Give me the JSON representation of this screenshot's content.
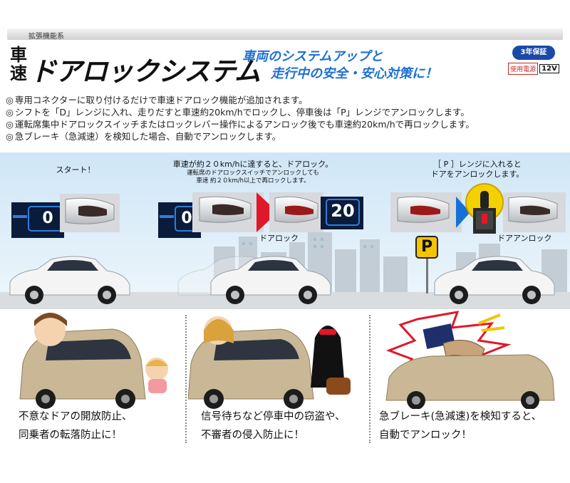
{
  "header": {
    "category": "拡張機能系",
    "title_stack": [
      "車",
      "速"
    ],
    "title_main": "ドアロックシステム",
    "slogan_line1": "車両のシステムアップと",
    "slogan_line2": "走行中の安全・安心対策に！",
    "warranty_badge": "3年保証",
    "power_label": "使用電源",
    "power_value": "12V"
  },
  "features": [
    "専用コネクターに取り付けるだけで車速ドアロック機能が追加されます。",
    "シフトを「D」レンジに入れ、走りだすと車速約20km/hでロックし、停車後は「P」レンジでアンロックします。",
    "運転席集中ドアロックスイッチまたはロックレバー操作によるアンロック後でも車速約20km/hで再ロックします。",
    "急ブレーキ（急減速）を検知した場合、自動でアンロックします。"
  ],
  "scene": {
    "start_caption": "スタート！",
    "lock_caption": "車速が約２０km/hに達すると、ドアロック。",
    "lock_note_line1": "運転席のドアロックスイッチでアンロックしても",
    "lock_note_line2": "車速 約２０km/h以上で再ロックします。",
    "unlock_caption_line1": "［ P ］レンジに入れると",
    "unlock_caption_line2": "ドアをアンロックします。",
    "lock_tag": "ドアロック",
    "unlock_tag": "ドアアンロック",
    "speed_start": "0",
    "speed_lock": "20",
    "park_sign": "P"
  },
  "panels": [
    {
      "line1": "不意なドアの開放防止、",
      "line2": "同乗者の転落防止に！"
    },
    {
      "line1": "信号待ちなど停車中の窃盗や、",
      "line2": "不審者の侵入防止に！"
    },
    {
      "line1": "急ブレーキ(急減速)を検知すると、",
      "line2": "自動でアンロック！"
    }
  ],
  "colors": {
    "accent_blue": "#1d6fd3",
    "badge_blue": "#1b49a8",
    "power_red": "#c62626",
    "lock_arrow_red": "#e0182a",
    "unlock_arrow_blue": "#1670d6",
    "park_sign_yellow": "#f5c400"
  }
}
